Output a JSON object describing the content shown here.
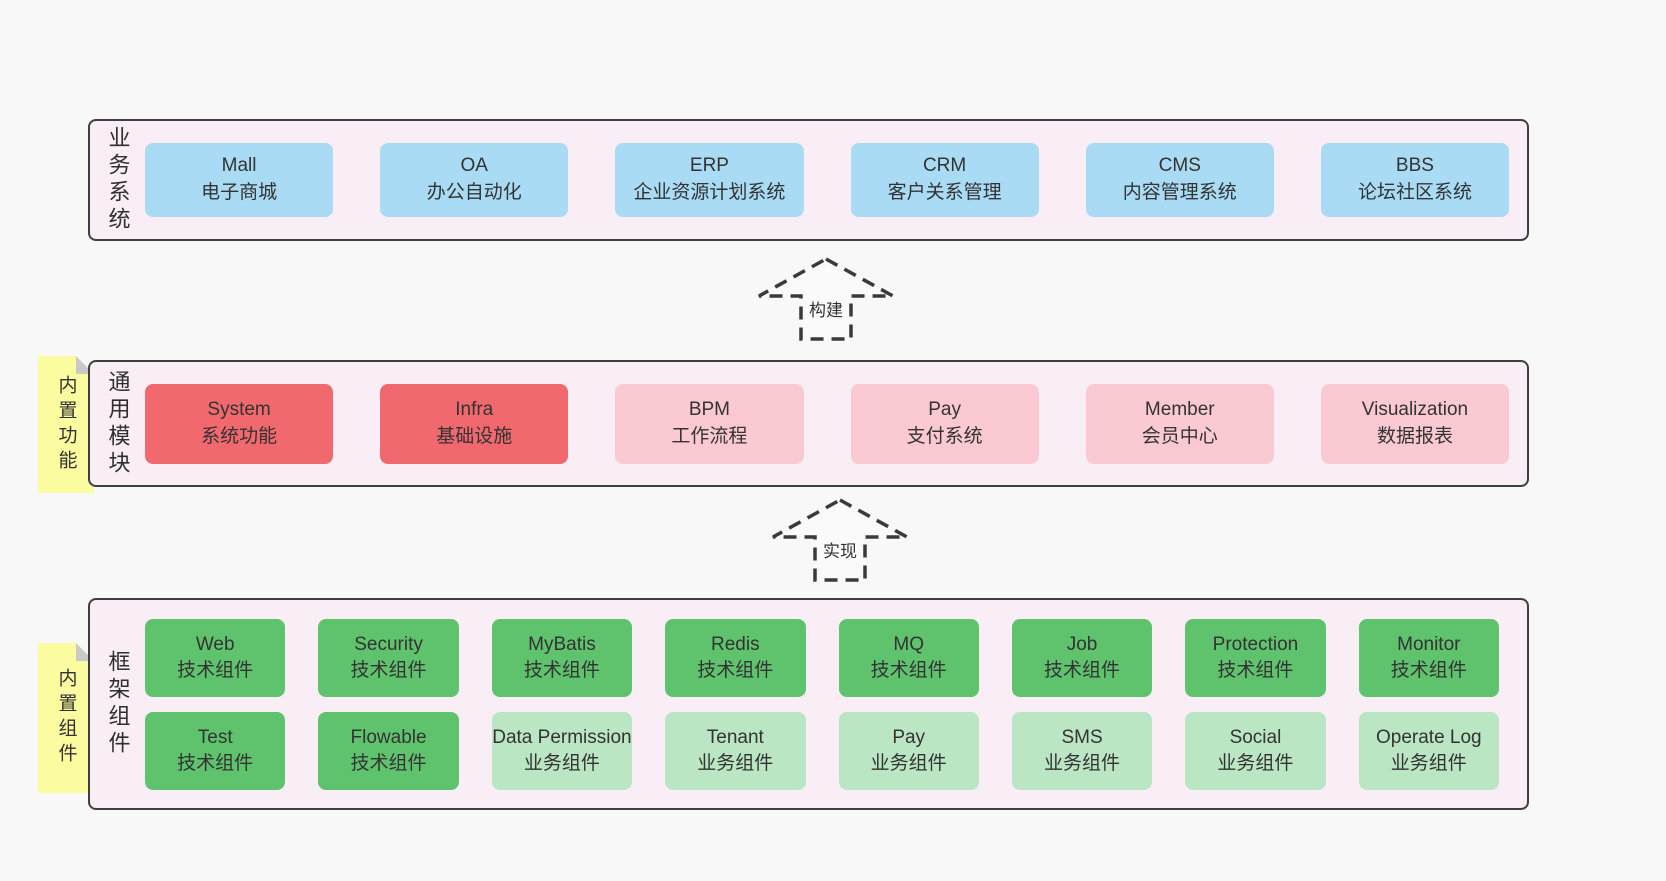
{
  "colors": {
    "page_bg": "#f8f8f8",
    "panel_bg": "#f9edf6",
    "panel_border": "#3f3f3f",
    "blue": "#a9dcf4",
    "red": "#f1696e",
    "pink": "#fbc9d2",
    "green": "#5fc36e",
    "light_green": "#bae6c3",
    "sticky_yellow": "#fbfb9f",
    "sticky_fold": "#c9c9c9",
    "text": "#333333"
  },
  "arrows": {
    "build": "构建",
    "implement": "实现"
  },
  "layers": {
    "business": {
      "label": "业务系统",
      "boxes": [
        {
          "name": "Mall",
          "desc": "电子商城"
        },
        {
          "name": "OA",
          "desc": "办公自动化"
        },
        {
          "name": "ERP",
          "desc": "企业资源计划系统"
        },
        {
          "name": "CRM",
          "desc": "客户关系管理"
        },
        {
          "name": "CMS",
          "desc": "内容管理系统"
        },
        {
          "name": "BBS",
          "desc": "论坛社区系统"
        }
      ]
    },
    "modules": {
      "label": "通用模块",
      "sticky": "内置功能",
      "boxes": [
        {
          "name": "System",
          "desc": "系统功能"
        },
        {
          "name": "Infra",
          "desc": "基础设施"
        },
        {
          "name": "BPM",
          "desc": "工作流程"
        },
        {
          "name": "Pay",
          "desc": "支付系统"
        },
        {
          "name": "Member",
          "desc": "会员中心"
        },
        {
          "name": "Visualization",
          "desc": "数据报表"
        }
      ]
    },
    "framework": {
      "label": "框架组件",
      "sticky": "内置组件",
      "rows": [
        [
          {
            "name": "Web",
            "desc": "技术组件"
          },
          {
            "name": "Security",
            "desc": "技术组件"
          },
          {
            "name": "MyBatis",
            "desc": "技术组件"
          },
          {
            "name": "Redis",
            "desc": "技术组件"
          },
          {
            "name": "MQ",
            "desc": "技术组件"
          },
          {
            "name": "Job",
            "desc": "技术组件"
          },
          {
            "name": "Protection",
            "desc": "技术组件"
          },
          {
            "name": "Monitor",
            "desc": "技术组件"
          }
        ],
        [
          {
            "name": "Test",
            "desc": "技术组件"
          },
          {
            "name": "Flowable",
            "desc": "技术组件"
          },
          {
            "name": "Data Permission",
            "desc": "业务组件"
          },
          {
            "name": "Tenant",
            "desc": "业务组件"
          },
          {
            "name": "Pay",
            "desc": "业务组件"
          },
          {
            "name": "SMS",
            "desc": "业务组件"
          },
          {
            "name": "Social",
            "desc": "业务组件"
          },
          {
            "name": "Operate Log",
            "desc": "业务组件"
          }
        ]
      ]
    }
  }
}
